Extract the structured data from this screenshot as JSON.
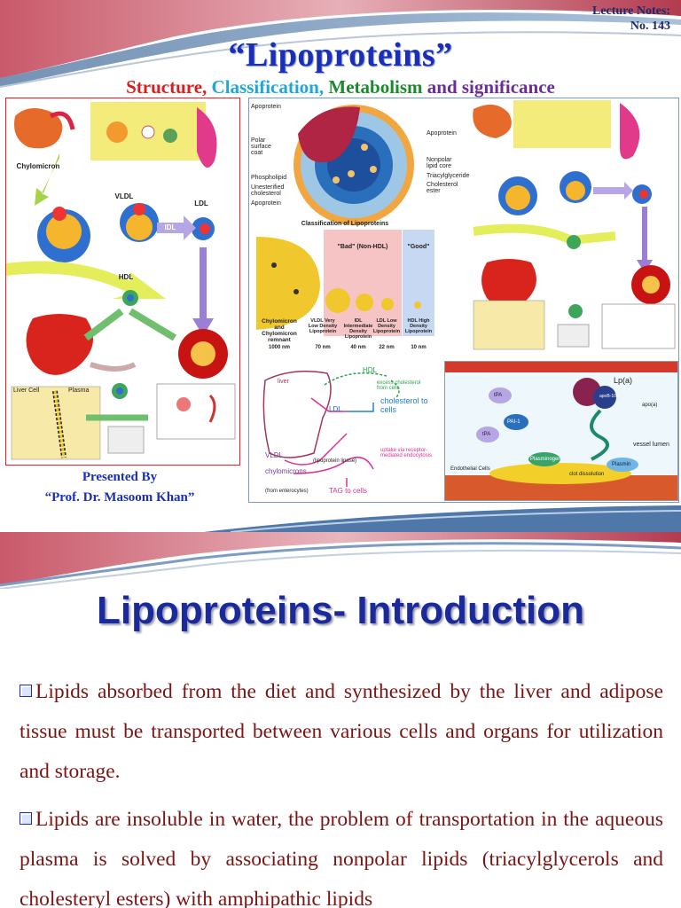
{
  "slide1": {
    "lecture_notes_line1": "Lecture Notes:",
    "lecture_notes_line2": "No. 143",
    "title": "“Lipoproteins”",
    "subtitle": {
      "part1": "Structure,",
      "part2": "Classification,",
      "part3": "Metabolism",
      "part4": "and significance"
    },
    "presented_by": "Presented By",
    "presenter": "“Prof. Dr. Masoom Khan”",
    "figures": {
      "left": {
        "chylomicron": "Chylomicron",
        "vldl": "VLDL",
        "ldl": "LDL",
        "idl": "IDL",
        "hdl": "HDL",
        "liver_cell": "Liver Cell",
        "plasma": "Plasma"
      },
      "structure": {
        "apoprotein_top": "Apoprotein",
        "apoprotein_right": "Apoprotein",
        "polar_surface": "Polar surface coat",
        "phospholipid": "Phospholipid",
        "unesterified_chol": "Unesterified cholesterol",
        "apoprotein_bottom": "Apoprotein",
        "nonpolar_core": "Nonpolar lipid core",
        "triacylglyceride": "Triacylglyceride",
        "cholesterol_ester": "Cholesterol ester"
      },
      "classification": {
        "title": "Classification of Lipoproteins",
        "bad": "\"Bad\" (Non-HDL)",
        "good": "\"Good\"",
        "chylo": "Chylomicron and Chylomicron remnant",
        "chylo_size": "1000 nm",
        "vldl": "VLDL Very Low Density Lipoprotein",
        "vldl_size": "70 nm",
        "idl": "IDL Intermediate Density Lipoprotein",
        "idl_size": "40 nm",
        "ldl": "LDL Low Density Lipoprotein",
        "ldl_size": "22 nm",
        "hdl": "HDL High Density Lipoprotein",
        "hdl_size": "10 nm"
      },
      "pathway": {
        "liver": "liver",
        "hdl": "HDL",
        "excess_chol": "excess cholesterol from cells",
        "ldl": "LDL",
        "chol_to_cells": "cholesterol to cells",
        "vldl": "VLDL",
        "chylomicrons": "chylomicrons",
        "lipase": "(lipoprotein lipase)",
        "tag": "TAG to cells",
        "enterocytes": "(from enterocytes)",
        "uptake": "uptake via receptor-mediated endocytosis"
      },
      "lpa": {
        "lpa": "Lp(a)",
        "tpa": "tPA",
        "pai": "PAI-1",
        "plasminogen": "Plasminogen",
        "plasmin": "Plasmin",
        "vessel": "vessel lumen",
        "endothelial": "Endothelial Cells",
        "clot": "clot dissolution",
        "apoa": "apo(a)",
        "apob": "apoB-100"
      }
    }
  },
  "slide2": {
    "title": "Lipoproteins- Introduction",
    "para1": "Lipids absorbed from the diet and synthesized by the liver and adipose tissue must be transported between various cells and organs for utilization and storage.",
    "para2": "Lipids are insoluble in water, the problem of transportation in the aqueous plasma is solved by associating nonpolar lipids (triacylglycerols and cholesteryl esters) with amphipathic lipids"
  },
  "colors": {
    "title_blue": "#1a2fb8",
    "subtitle_red": "#d81e1e",
    "subtitle_cyan": "#1fa7d8",
    "subtitle_green": "#1b8a2b",
    "subtitle_purple": "#6a2d9a",
    "body_text": "#7a1515",
    "panel_border": "#e0222b"
  }
}
